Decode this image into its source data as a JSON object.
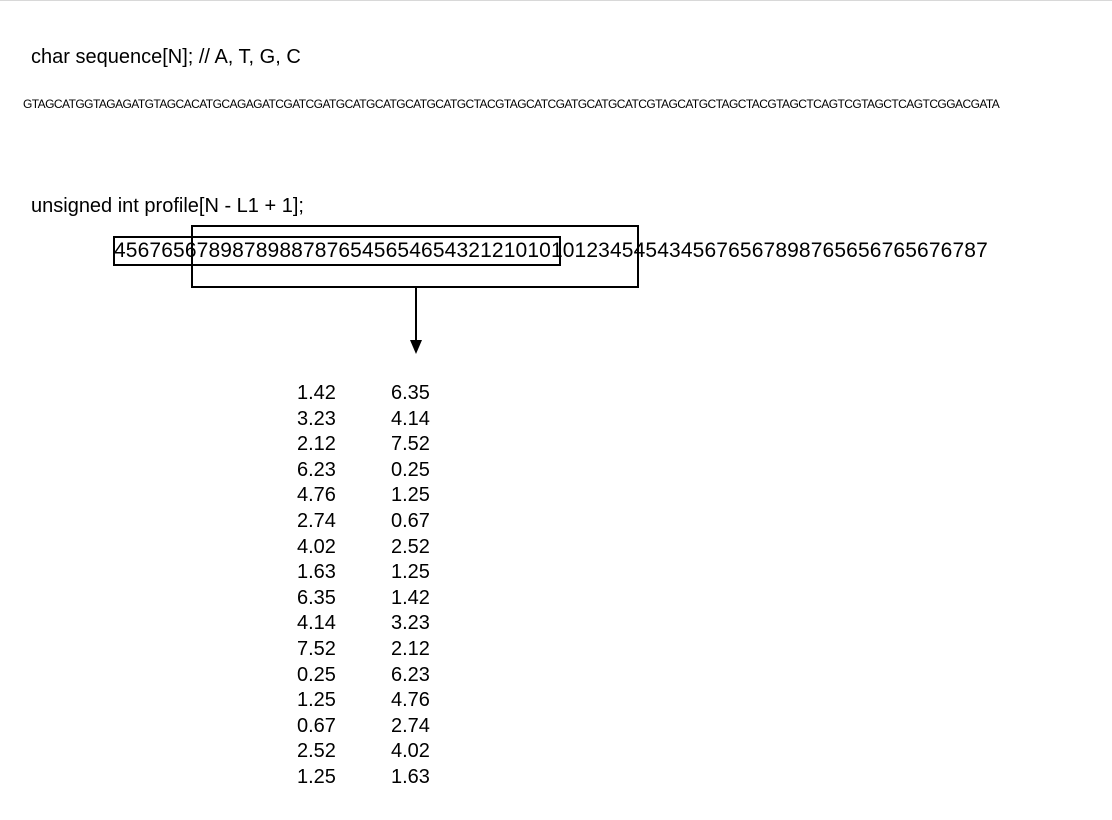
{
  "sequence_declaration": "char sequence[N]; // A, T, G, C",
  "sequence": "GTAGCATGGTAGAGATGTAGCACATGCAGAGATCGATCGATGCATGCATGCATGCATGCTACGTAGCATCGATGCATGCATCGTAGCATGCTAGCTACGTAGCTCAGTCGTAGCTCAGTCGGACGATA",
  "profile_declaration": "unsigned int profile[N - L1 + 1];",
  "profile_values": "45676567898789887876545654654321210101012345454345676567898765656765676787",
  "result_columns": [
    [
      "1.42",
      "3.23",
      "2.12",
      "6.23",
      "4.76",
      "2.74",
      "4.02",
      "1.63",
      "6.35",
      "4.14",
      "7.52",
      "0.25",
      "1.25",
      "0.67",
      "2.52",
      "1.25"
    ],
    [
      "6.35",
      "4.14",
      "7.52",
      "0.25",
      "1.25",
      "0.67",
      "2.52",
      "1.25",
      "1.42",
      "3.23",
      "2.12",
      "6.23",
      "4.76",
      "2.74",
      "4.02",
      "1.63"
    ]
  ]
}
